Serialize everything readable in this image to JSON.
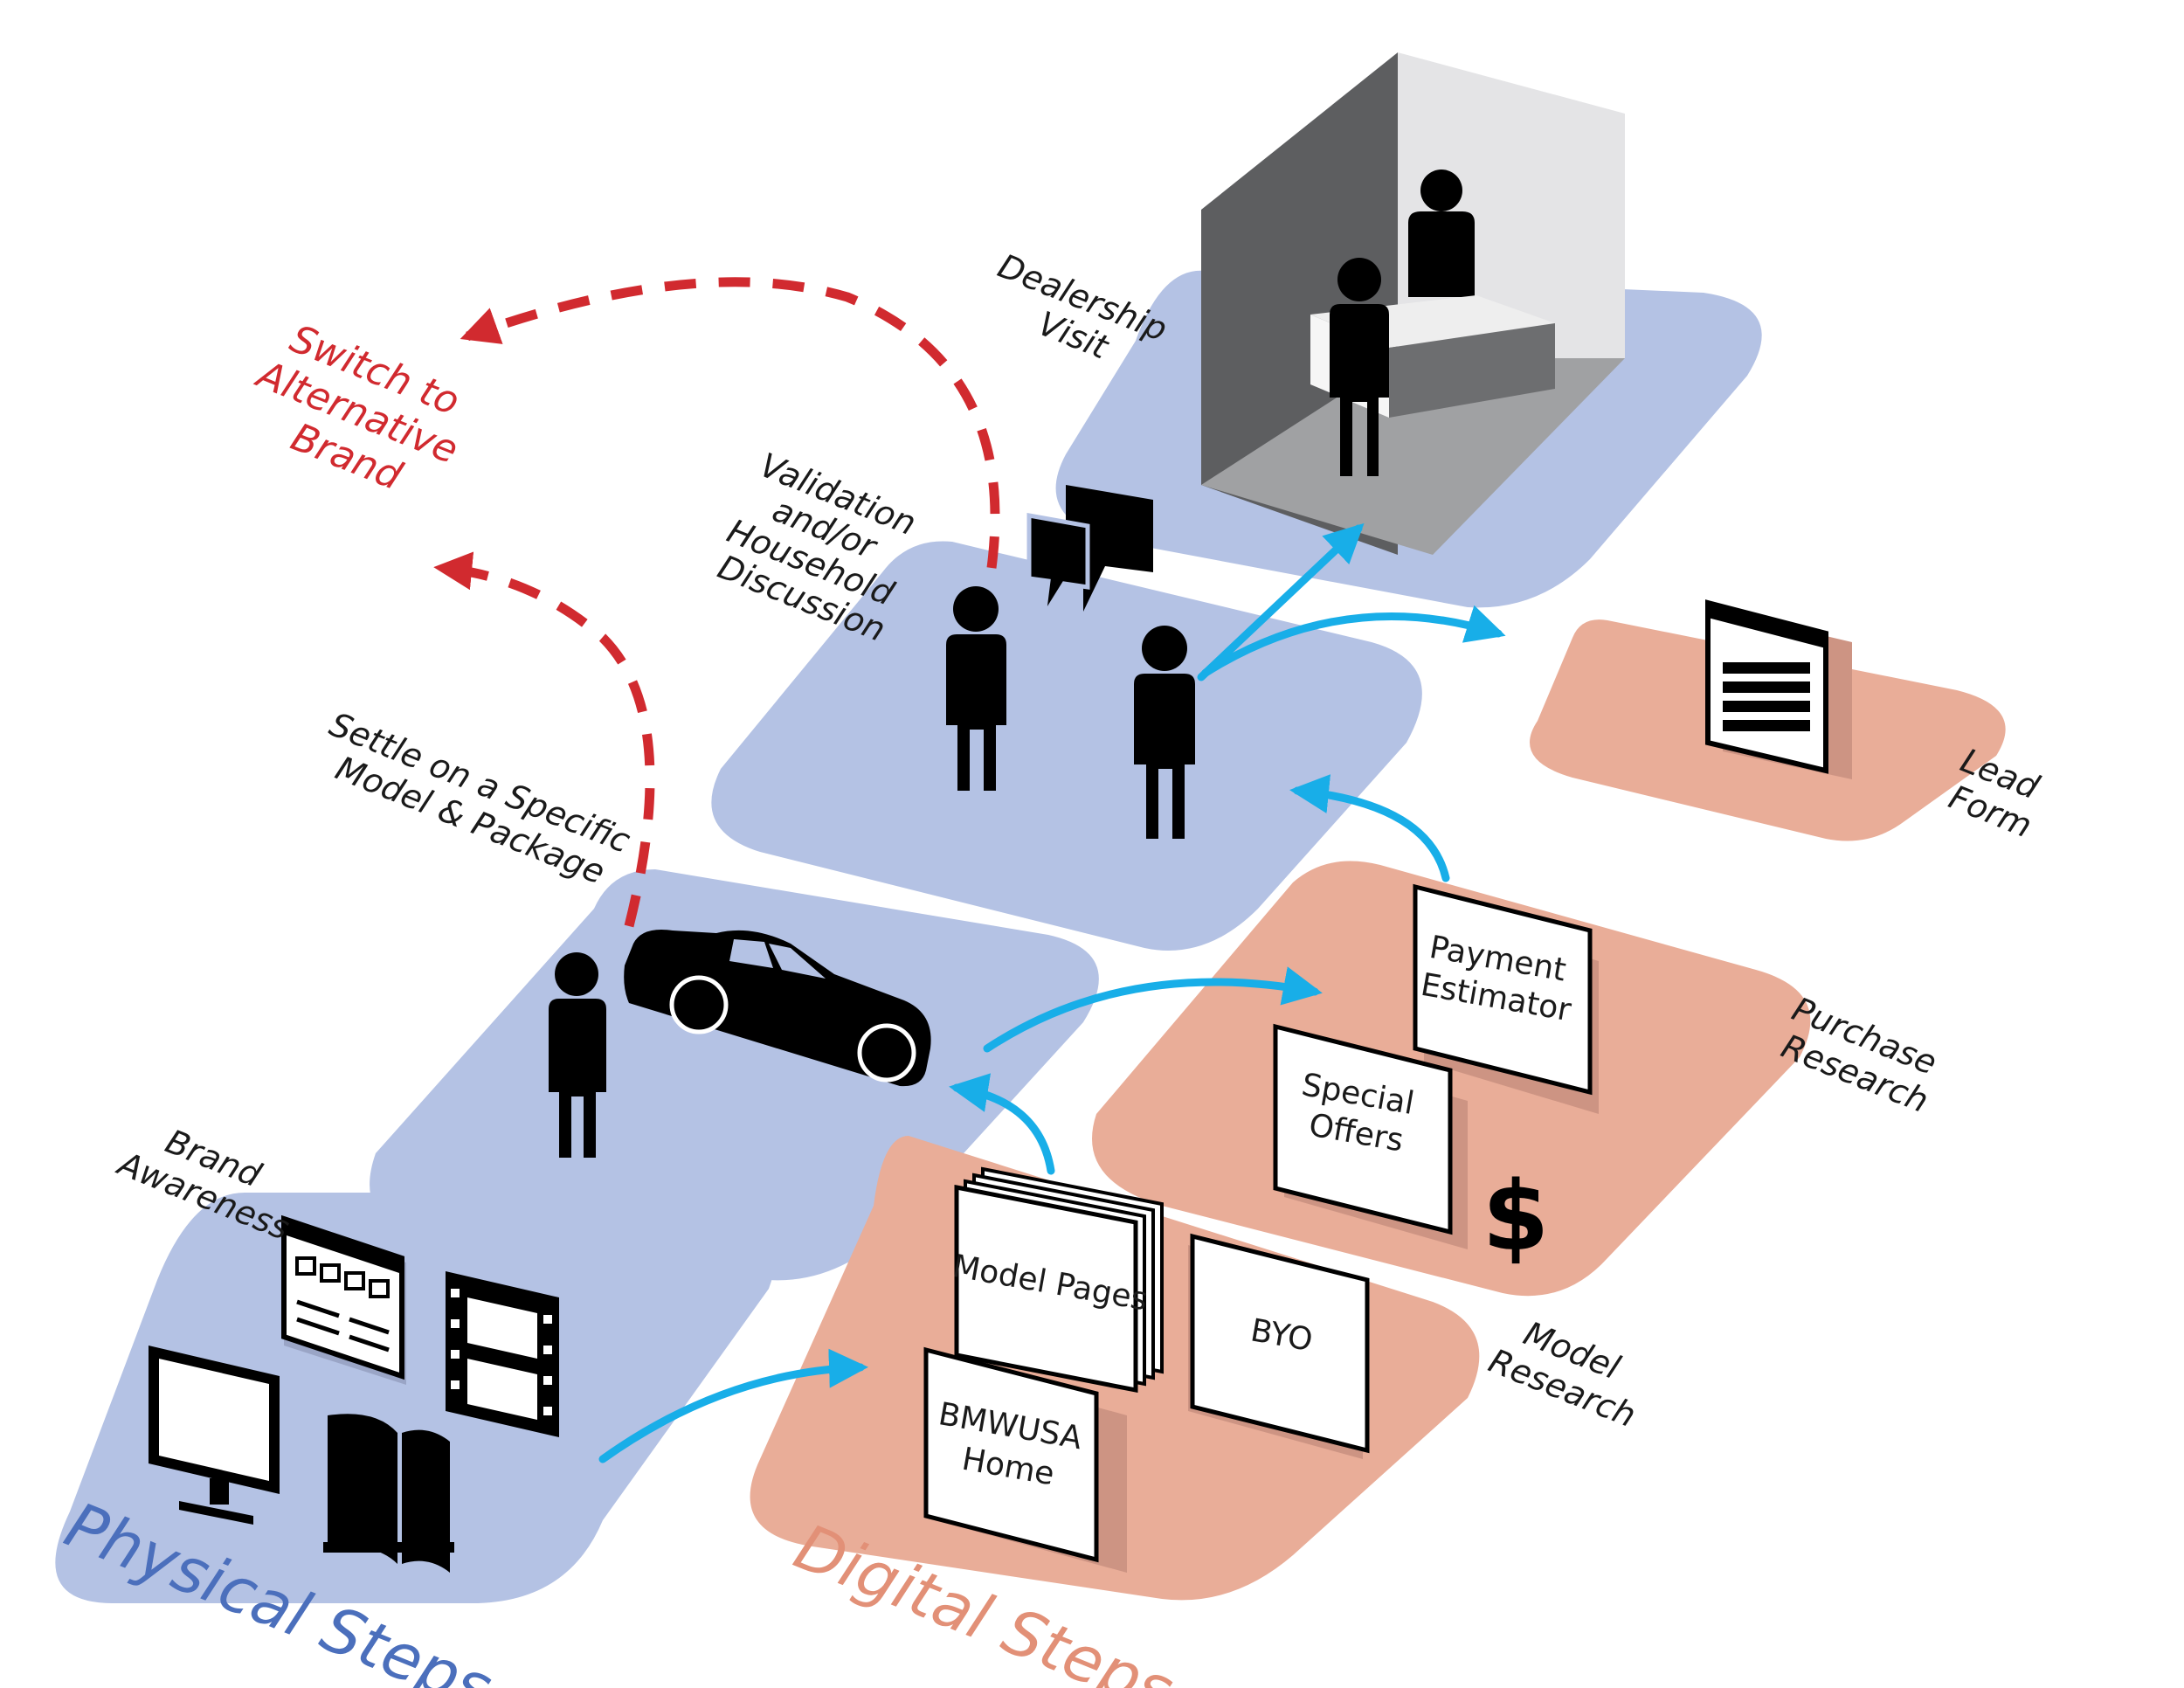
{
  "colors": {
    "physical_tile": "#b4c2e4",
    "digital_tile": "#e9ad98",
    "physical_caption": "#4b6fbc",
    "digital_caption": "#e29077",
    "flow_arrow": "#18aee8",
    "switch_arrow": "#d12a2f",
    "icon": "#000000"
  },
  "captions": {
    "physical": "Physical Steps",
    "digital": "Digital Steps"
  },
  "physical_steps": {
    "brand_awareness": [
      "Brand",
      "Awareness"
    ],
    "settle": [
      "Settle on a Specific",
      "Model & Package"
    ],
    "validation": [
      "Validation",
      "and/or",
      "Household",
      "Discussion"
    ],
    "dealership": [
      "Dealership",
      "Visit"
    ]
  },
  "digital_steps": {
    "model_research": [
      "Model",
      "Research"
    ],
    "purchase_research": [
      "Purchase",
      "Research"
    ],
    "lead_form": [
      "Lead",
      "Form"
    ]
  },
  "cards": {
    "bmwusa_home": [
      "BMWUSA",
      "Home"
    ],
    "model_pages": [
      "Model Pages"
    ],
    "byo": [
      "BYO"
    ],
    "special_offers": [
      "Special",
      "Offers"
    ],
    "payment_estimator": [
      "Payment",
      "Estimator"
    ],
    "dollar": "$"
  },
  "switch_label": [
    "Switch to",
    "Alternative",
    "Brand"
  ],
  "icons": [
    "monitor-icon",
    "webpage-icon",
    "film-strip-icon",
    "open-book-icon",
    "person-icon",
    "car-icon",
    "speech-bubbles-icon",
    "dealership-booth-icon",
    "lead-form-document-icon",
    "dollar-icon"
  ]
}
